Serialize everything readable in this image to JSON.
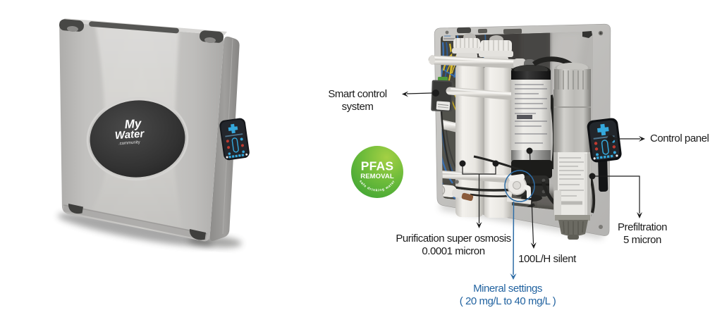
{
  "page": {
    "background": "#ffffff",
    "description_left_view": "closed water purifier unit",
    "description_right_view": "open water purifier unit showing internal components"
  },
  "product": {
    "brand": {
      "line1": "My",
      "line2": "Water",
      "line3": ".community"
    }
  },
  "badge": {
    "title": "PFAS",
    "subtitle": "REMOVAL",
    "arc_text": "safe drinking water",
    "color_light": "#a4d044",
    "color_dark": "#339e33"
  },
  "annotations": {
    "smart_control": {
      "line1": "Smart control",
      "line2": "system"
    },
    "control_panel": {
      "label": "Control panel"
    },
    "purification": {
      "line1": "Purification super osmosis",
      "line2": "0.0001 micron"
    },
    "flow": {
      "label": "100L/H silent"
    },
    "prefiltration": {
      "line1": "Prefiltration",
      "line2": "5 micron"
    },
    "mineral": {
      "line1": "Mineral settings",
      "line2": "( 20 mg/L to 40 mg/L )"
    }
  },
  "colors": {
    "label_text": "#1b1b1b",
    "leader_line": "#1c1c1c",
    "mineral_blue": "#2263a0",
    "panel_accent_blue": "#35a8dc",
    "status_red": "#c03a30"
  }
}
